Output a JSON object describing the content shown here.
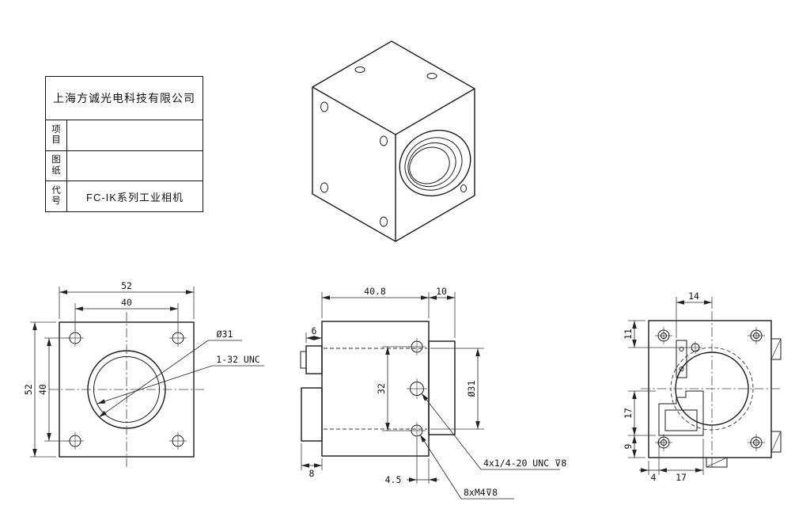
{
  "title_block": {
    "company": "上海方诚光电科技有限公司",
    "rows": [
      {
        "label": "项目",
        "value": ""
      },
      {
        "label": "图纸",
        "value": ""
      },
      {
        "label": "代号",
        "value": "FC-IK系列工业相机"
      }
    ]
  },
  "front_view": {
    "dim_width_outer": "52",
    "dim_width_inner": "40",
    "dim_height_outer": "52",
    "dim_height_inner": "40",
    "callout_lens_diameter": "Ø31",
    "callout_thread": "1-32 UNC"
  },
  "side_view": {
    "dim_body_depth": "40.8",
    "dim_rear_depth": "10",
    "dim_front_step": "6",
    "dim_bottom_step": "8",
    "dim_hole_spacing": "32",
    "dim_lens_diameter": "Ø31",
    "dim_hole_to_rear": "4.5",
    "callout_tripod": "4x1/4-20 UNC ⊽8",
    "callout_m4": "8xM4⊽8"
  },
  "rear_view": {
    "dim_top": "14",
    "dim_left_top": "11",
    "dim_left_mid": "17",
    "dim_left_bottom": "9",
    "dim_bottom_left": "4",
    "dim_bottom_mid": "17"
  },
  "colors": {
    "ink": "#1a1a1a",
    "paper": "#ffffff"
  }
}
